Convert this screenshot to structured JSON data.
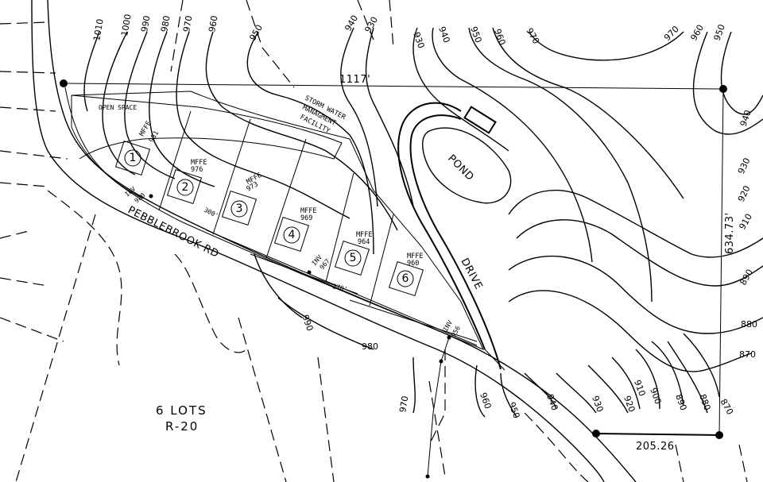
{
  "plan": {
    "lots_count_label": "6 LOTS",
    "zoning_label": "R-20",
    "road_name": "PEBBLEBROOK RD",
    "drive_label": "DRIVE",
    "pond_label": "POND",
    "open_space_label": "OPEN SPACE",
    "storm_line1": "STORM WATER",
    "storm_line2": "MANAGMENT",
    "storm_line3": "FACILITY",
    "dim_top": "1117'",
    "dim_right": "634.73'",
    "dim_bottom": "205.26",
    "dim_300": "300'",
    "dim_270": "270'",
    "mffe_label": "MFFE",
    "inv_label": "INV",
    "inv_values": [
      "980",
      "967",
      "956"
    ]
  },
  "lots": [
    {
      "number": "1",
      "mffe": "981"
    },
    {
      "number": "2",
      "mffe": "976"
    },
    {
      "number": "3",
      "mffe": "973"
    },
    {
      "number": "4",
      "mffe": "969"
    },
    {
      "number": "5",
      "mffe": "964"
    },
    {
      "number": "6",
      "mffe": "960"
    }
  ],
  "contours": {
    "top_left": [
      "1010",
      "1000",
      "990",
      "980",
      "970",
      "960",
      "950",
      "940",
      "930",
      "930",
      "940",
      "950",
      "960",
      "970"
    ],
    "top_right": [
      "970",
      "960",
      "950"
    ],
    "right": [
      "940",
      "930",
      "920",
      "910",
      "890",
      "880",
      "870",
      "870"
    ],
    "bottom": [
      "990",
      "980",
      "970",
      "960",
      "950",
      "940",
      "930",
      "920",
      "910",
      "900",
      "890",
      "880"
    ]
  }
}
